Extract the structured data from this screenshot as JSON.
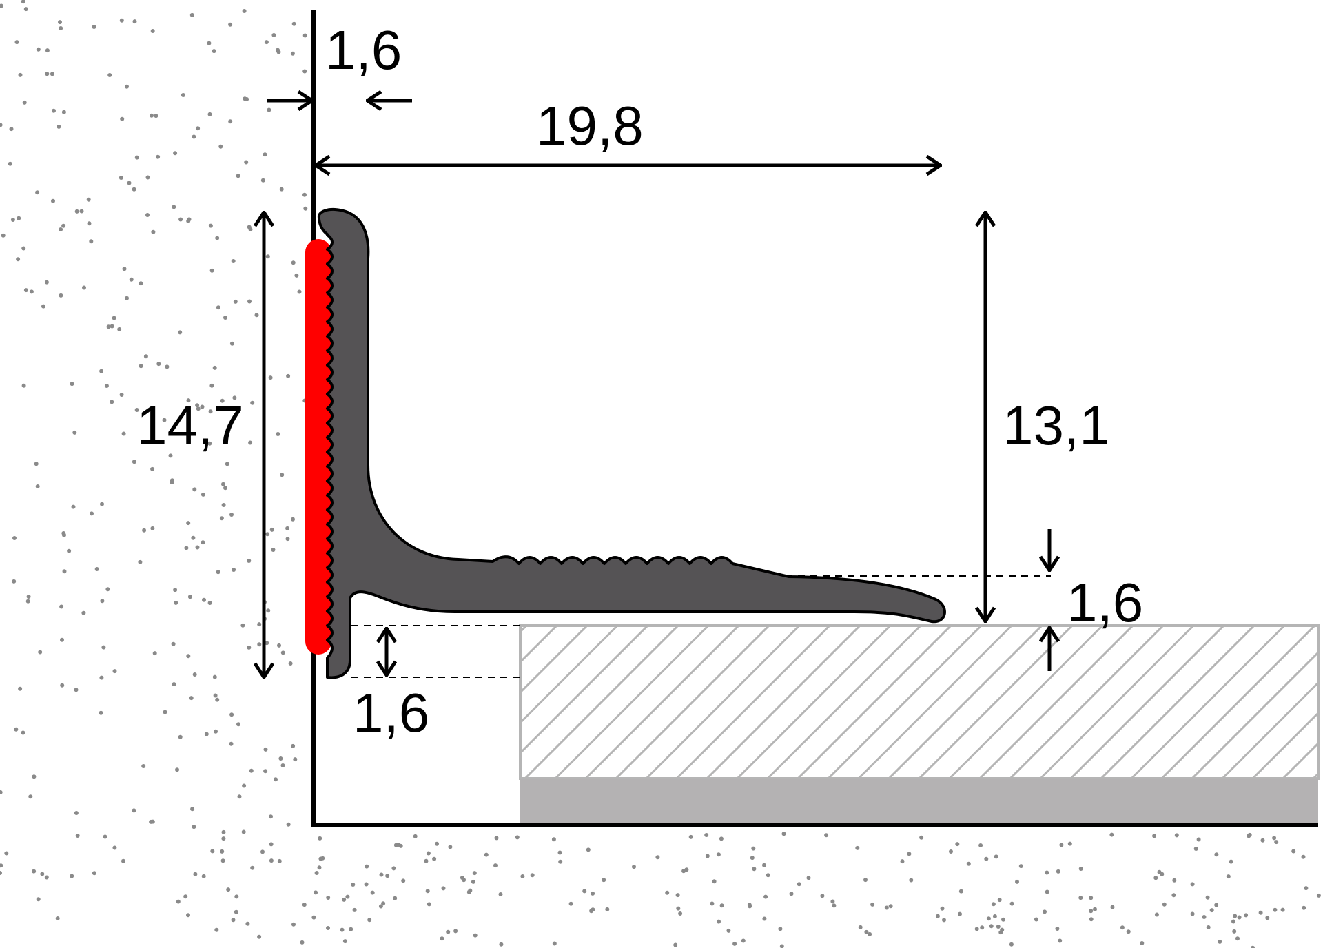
{
  "colors": {
    "background": "#ffffff",
    "concrete_dots": "#8a8a8a",
    "outline": "#000000",
    "profile_fill": "#555355",
    "adhesive_strip": "#ff0000",
    "floor_hatch": "#b5b5b5",
    "floor_base": "#b4b2b3"
  },
  "dimensions": {
    "wall_leg_thickness": "1,6",
    "top_width": "19,8",
    "overall_height": "14,7",
    "floor_covering_height": "13,1",
    "floor_leg_thickness": "1,6",
    "foot_thickness": "1,6"
  }
}
